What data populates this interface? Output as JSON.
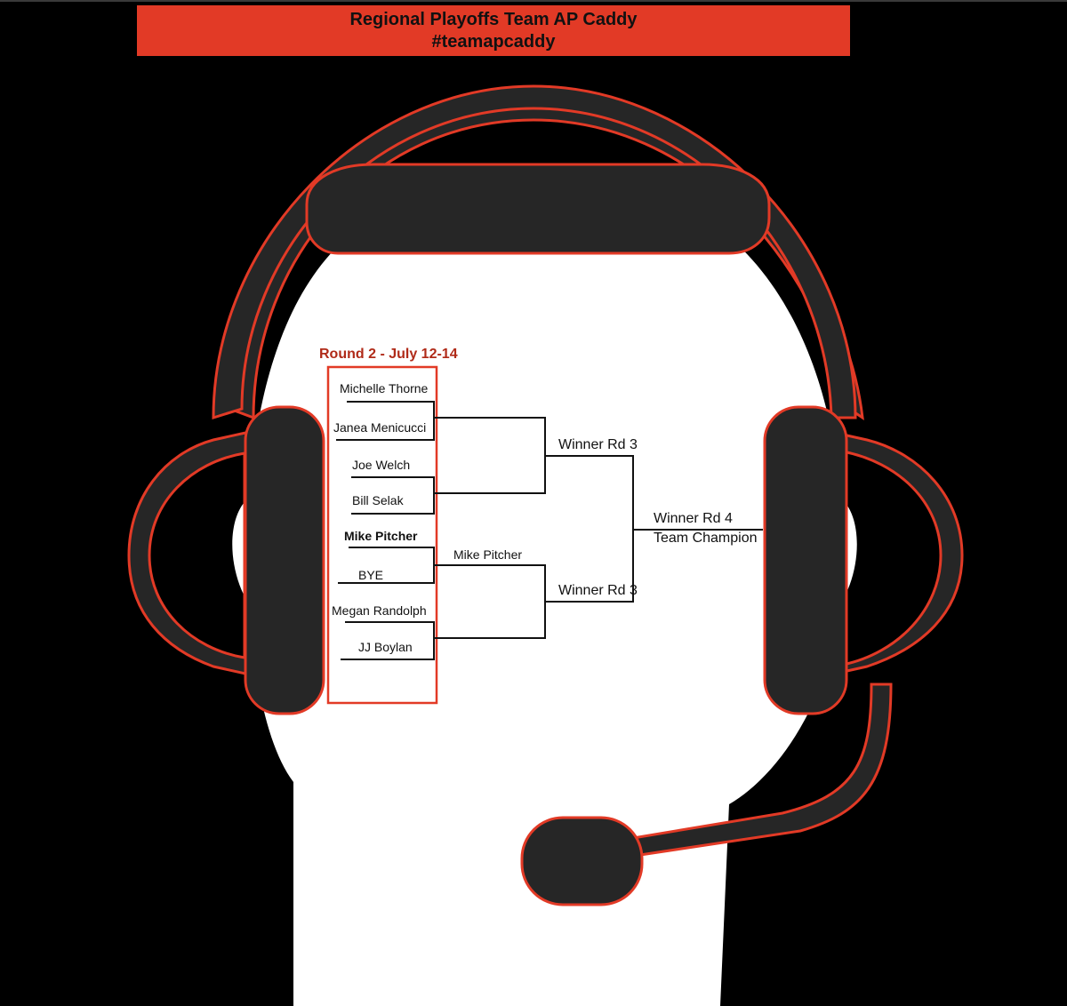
{
  "banner": {
    "line1": "Regional Playoffs Team AP Caddy",
    "line2": "#teamapcaddy"
  },
  "round": {
    "title": "Round 2 - July 12-14"
  },
  "players": [
    "Michelle Thorne",
    "Janea Menicucci",
    "Joe Welch",
    "Bill Selak",
    "Mike Pitcher",
    "BYE",
    "Megan Randolph",
    "JJ Boylan"
  ],
  "advanced": {
    "match3_winner": "Mike Pitcher"
  },
  "rounds": {
    "winner_rd3_top": "Winner Rd 3",
    "winner_rd3_bottom": "Winner Rd 3",
    "winner_rd4": "Winner Rd 4",
    "champion": "Team Champion"
  },
  "colors": {
    "background": "#000000",
    "banner": "#e23a26",
    "headset": "#262626",
    "outline": "#e23a26",
    "head": "#ffffff",
    "round_title": "#b02a18"
  }
}
